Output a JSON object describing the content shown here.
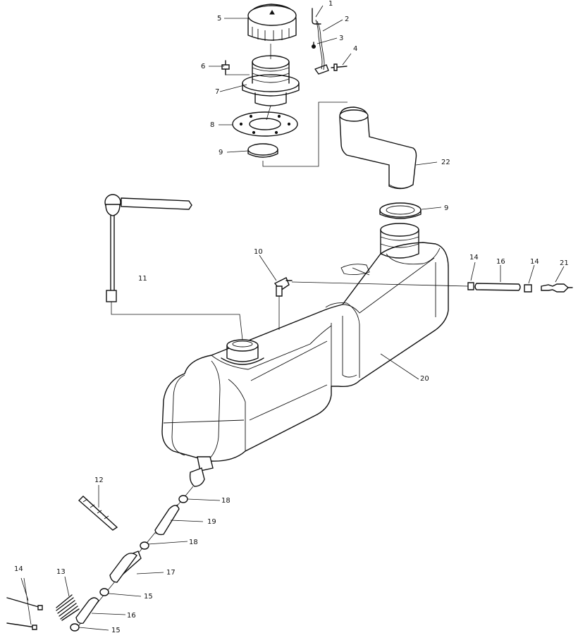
{
  "callouts": [
    {
      "id": "c1",
      "label": "1"
    },
    {
      "id": "c2",
      "label": "2"
    },
    {
      "id": "c3",
      "label": "3"
    },
    {
      "id": "c4",
      "label": "4"
    },
    {
      "id": "c5",
      "label": "5"
    },
    {
      "id": "c6",
      "label": "6"
    },
    {
      "id": "c7",
      "label": "7"
    },
    {
      "id": "c8",
      "label": "8"
    },
    {
      "id": "c9a",
      "label": "9"
    },
    {
      "id": "c9b",
      "label": "9"
    },
    {
      "id": "c10",
      "label": "10"
    },
    {
      "id": "c11",
      "label": "11"
    },
    {
      "id": "c12",
      "label": "12"
    },
    {
      "id": "c13",
      "label": "13"
    },
    {
      "id": "c14a",
      "label": "14"
    },
    {
      "id": "c14b",
      "label": "14"
    },
    {
      "id": "c14c",
      "label": "14"
    },
    {
      "id": "c15a",
      "label": "15"
    },
    {
      "id": "c15b",
      "label": "15"
    },
    {
      "id": "c16a",
      "label": "16"
    },
    {
      "id": "c16b",
      "label": "16"
    },
    {
      "id": "c18a",
      "label": "18"
    },
    {
      "id": "c18b",
      "label": "18"
    },
    {
      "id": "c19",
      "label": "19"
    },
    {
      "id": "c20",
      "label": "20"
    },
    {
      "id": "c21",
      "label": "21"
    },
    {
      "id": "c22",
      "label": "22"
    }
  ]
}
